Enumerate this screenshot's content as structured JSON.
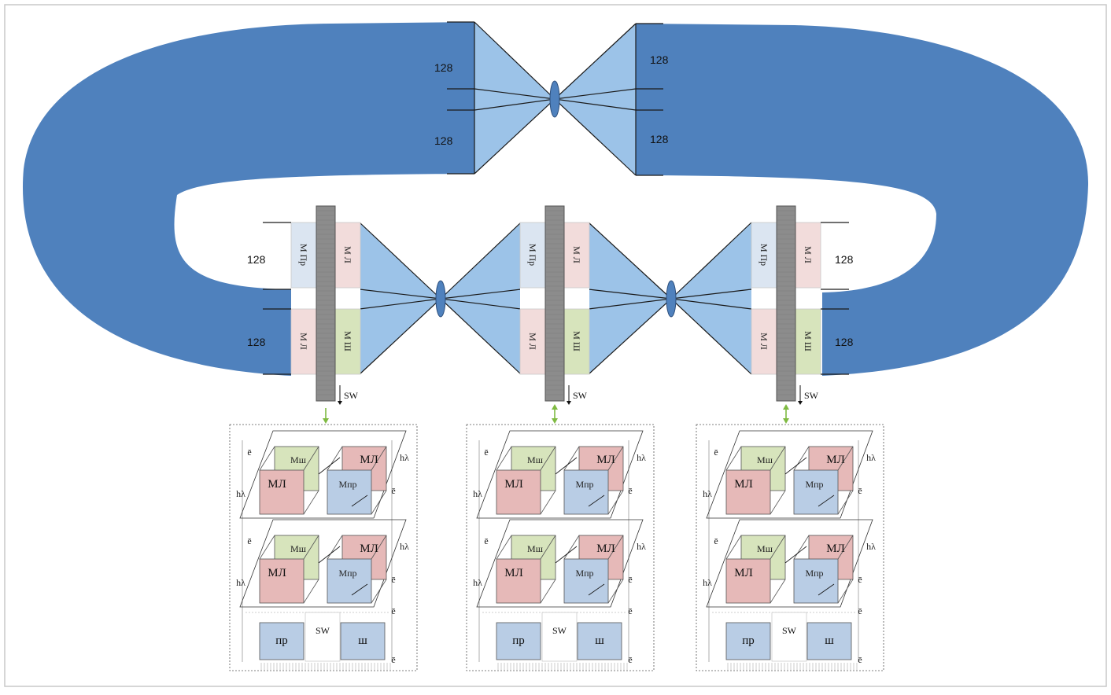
{
  "colors": {
    "ring": "#4f81bd",
    "cone": "#9cc3e8",
    "pr": "#b9cde5",
    "prLight": "#dbe5f1",
    "l": "#e6b9b8",
    "lLight": "#f2dcdb",
    "sh": "#d7e4bc",
    "bar": "#8c8c8c",
    "arrow": "#7fba42"
  },
  "top_coupler": {
    "left_labels": [
      "128",
      "128"
    ],
    "right_labels": [
      "128",
      "128"
    ]
  },
  "nodes": [
    {
      "modules": [
        "М Пр",
        "М Л",
        "М Л",
        "М Ш"
      ],
      "side_labels": [
        "128",
        "128"
      ],
      "sw_label": "SW",
      "cell": {
        "layers": [
          {
            "back_left": "Мш",
            "back_right": "МЛ",
            "front_left": "МЛ",
            "front_right": "Мпр",
            "e_left": "ē",
            "h_right": "hλ",
            "h_left": "hλ",
            "e_right": "ē"
          },
          {
            "back_left": "Мш",
            "back_right": "МЛ",
            "front_left": "МЛ",
            "front_right": "Мпр",
            "e_left": "ē",
            "h_right": "hλ",
            "h_left": "hλ",
            "e_right": "ē"
          }
        ],
        "bottom": [
          "пр",
          "SW",
          "ш"
        ],
        "e_marks": [
          "ē",
          "ē"
        ]
      }
    },
    {
      "modules": [
        "М Пр",
        "М Л",
        "М Л",
        "М Ш"
      ],
      "side_labels": [],
      "sw_label": "SW",
      "cell": {
        "layers": [
          {
            "back_left": "Мш",
            "back_right": "МЛ",
            "front_left": "МЛ",
            "front_right": "Мпр",
            "e_left": "ē",
            "h_right": "hλ",
            "h_left": "hλ",
            "e_right": "ē"
          },
          {
            "back_left": "Мш",
            "back_right": "МЛ",
            "front_left": "МЛ",
            "front_right": "Мпр",
            "e_left": "ē",
            "h_right": "hλ",
            "h_left": "hλ",
            "e_right": "ē"
          }
        ],
        "bottom": [
          "пр",
          "SW",
          "ш"
        ],
        "e_marks": [
          "ē",
          "ē"
        ]
      }
    },
    {
      "modules": [
        "М Пр",
        "М Л",
        "М Л",
        "М Ш"
      ],
      "side_labels": [
        "128",
        "128"
      ],
      "sw_label": "SW",
      "cell": {
        "layers": [
          {
            "back_left": "Мш",
            "back_right": "МЛ",
            "front_left": "МЛ",
            "front_right": "Мпр",
            "e_left": "ē",
            "h_right": "hλ",
            "h_left": "hλ",
            "e_right": "ē"
          },
          {
            "back_left": "Мш",
            "back_right": "МЛ",
            "front_left": "МЛ",
            "front_right": "Мпр",
            "e_left": "ē",
            "h_right": "hλ",
            "h_left": "hλ",
            "e_right": "ē"
          }
        ],
        "bottom": [
          "пр",
          "SW",
          "ш"
        ],
        "e_marks": [
          "ē",
          "ē"
        ]
      }
    }
  ]
}
